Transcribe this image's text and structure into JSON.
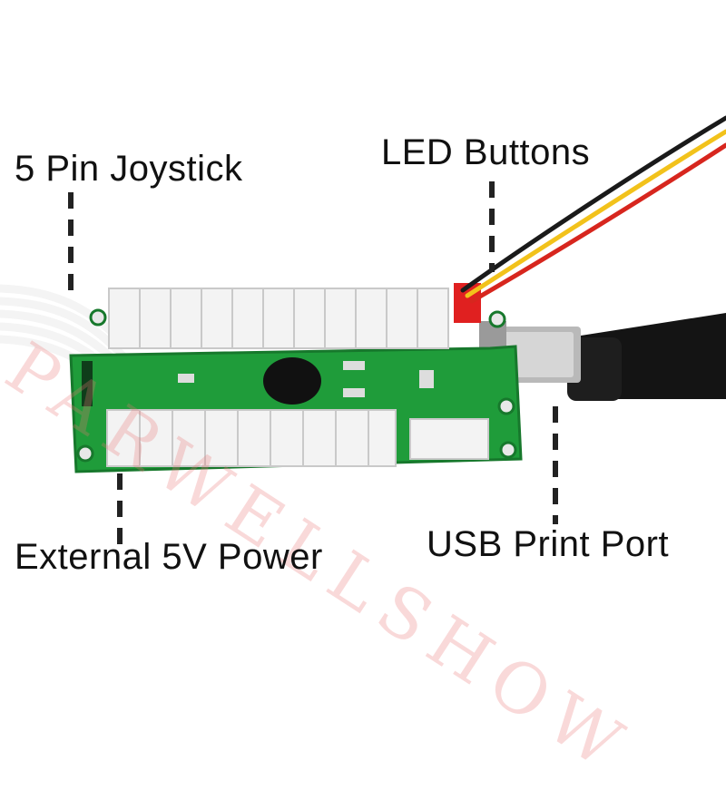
{
  "labels": {
    "joystick": "5 Pin Joystick",
    "led_buttons": "LED Buttons",
    "external_power": "External 5V Power",
    "usb_port": "USB Print Port"
  },
  "watermark": "PARWELLSHOW",
  "colors": {
    "pcb_green": "#1f9c3a",
    "connector_white": "#f3f3f3",
    "led_connector_red": "#e02020",
    "wire_red": "#d7261e",
    "wire_yellow": "#f2c21b",
    "wire_black": "#1a1a1a",
    "usb_cable": "#141414",
    "usb_metal": "#b9b9b9"
  }
}
